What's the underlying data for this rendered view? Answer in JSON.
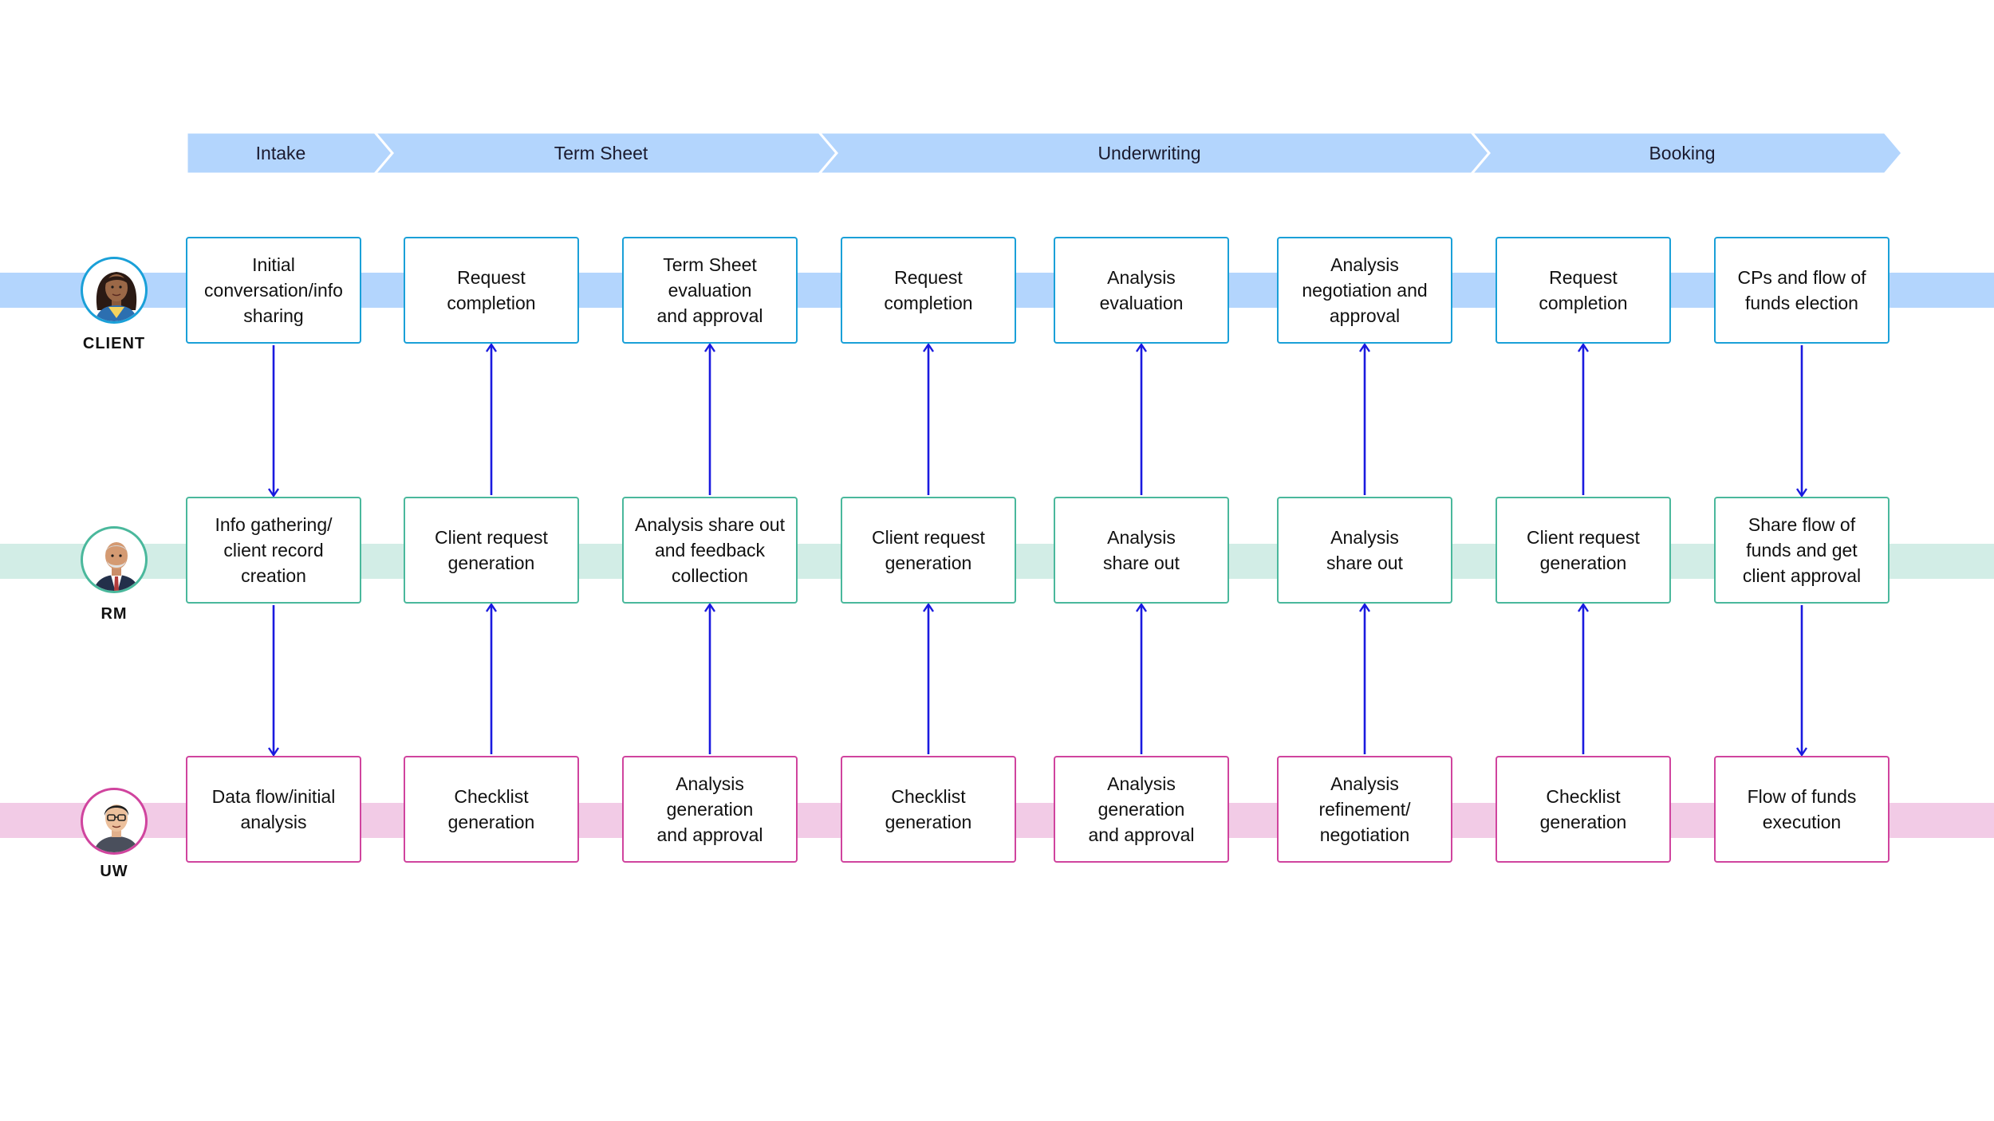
{
  "phases": [
    {
      "label": "Intake"
    },
    {
      "label": "Term Sheet"
    },
    {
      "label": "Underwriting"
    },
    {
      "label": "Booking"
    }
  ],
  "lanes": {
    "client": {
      "label": "CLIENT",
      "color": "#b3d5fd",
      "border": "#1aa0d8"
    },
    "rm": {
      "label": "RM",
      "color": "#d2ede6",
      "border": "#4ab89c"
    },
    "uw": {
      "label": "UW",
      "color": "#f2cbe6",
      "border": "#d0449e"
    }
  },
  "columns": [
    {
      "client": "Initial\nconversation/info\nsharing",
      "rm": "Info gathering/\nclient record\ncreation",
      "uw": "Data flow/initial\nanalysis",
      "flow": "down"
    },
    {
      "client": "Request\ncompletion",
      "rm": "Client request\ngeneration",
      "uw": "Checklist\ngeneration",
      "flow": "up"
    },
    {
      "client": "Term Sheet\nevaluation\nand approval",
      "rm": "Analysis share out\nand feedback\ncollection",
      "uw": "Analysis\ngeneration\nand approval",
      "flow": "up"
    },
    {
      "client": "Request\ncompletion",
      "rm": "Client request\ngeneration",
      "uw": "Checklist\ngeneration",
      "flow": "up"
    },
    {
      "client": "Analysis\nevaluation",
      "rm": "Analysis\nshare out",
      "uw": "Analysis\ngeneration\nand approval",
      "flow": "up"
    },
    {
      "client": "Analysis\nnegotiation and\napproval",
      "rm": "Analysis\nshare out",
      "uw": "Analysis\nrefinement/\nnegotiation",
      "flow": "up"
    },
    {
      "client": "Request\ncompletion",
      "rm": "Client request\ngeneration",
      "uw": "Checklist\ngeneration",
      "flow": "up"
    },
    {
      "client": "CPs and flow of\nfunds election",
      "rm": "Share flow of\nfunds and get\nclient approval",
      "uw": "Flow of funds\nexecution",
      "flow": "down"
    }
  ],
  "colors": {
    "phase_fill": "#b3d5fd",
    "phase_divider": "#ffffff",
    "arrow": "#1a1adf"
  }
}
